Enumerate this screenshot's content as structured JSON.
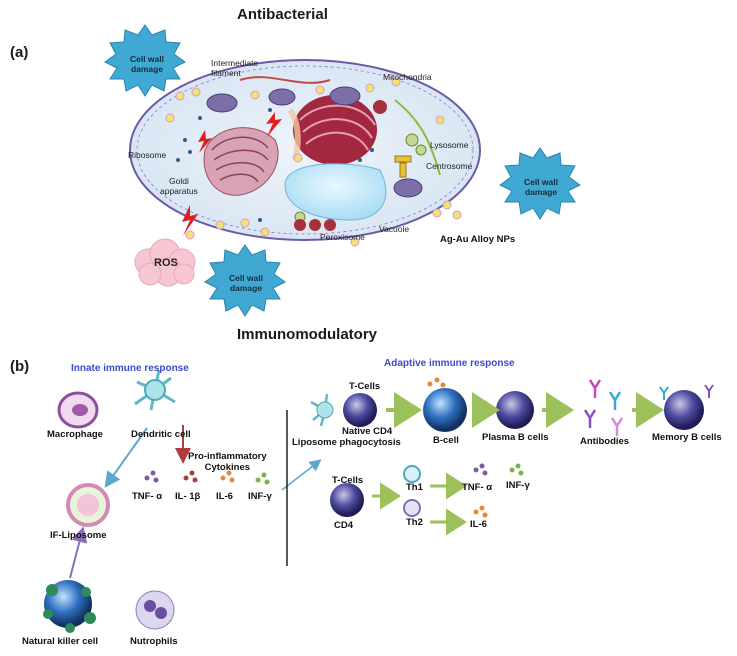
{
  "section_a": {
    "title": "Antibacterial",
    "panel_label": "(a)",
    "cell_wall_line1": "Cell wall",
    "cell_wall_line2": "damage",
    "organelles": {
      "intermediate_filament_line1": "Intermediate",
      "intermediate_filament_line2": "filament",
      "mitochondria": "Mitochondria",
      "ribosome": "Ribosome",
      "goldi_line1": "Goldi",
      "goldi_line2": "apparatus",
      "lysosome": "Lysosome",
      "centrosome": "Centrosome",
      "peroxisome": "Peroxisome",
      "vacuole": "Vacuole"
    },
    "ros": "ROS",
    "nps": "Ag-Au Alloy NPs"
  },
  "section_b": {
    "title": "Immunomodulatory",
    "panel_label": "(b)",
    "innate_title": "Innate immune response",
    "adaptive_title": "Adaptive immune response",
    "macrophage": "Macrophage",
    "dendritic": "Dendritic cell",
    "pro_line1": "Pro-inflammatory",
    "pro_line2": "Cytokines",
    "if_liposome": "IF-Liposome",
    "cytokines": [
      "TNF- α",
      "IL- 1β",
      "IL-6",
      "INF-γ"
    ],
    "nk_cell": "Natural killer cell",
    "nutrophils": "Nutrophils",
    "tcells_top": "T-Cells",
    "native_cd4": "Native CD4",
    "liposome_phago": "Liposome phagocytosis",
    "bcell": "B-cell",
    "plasma": "Plasma B cells",
    "antibodies": "Antibodies",
    "memory": "Memory B cells",
    "tcells_mid": "T-Cells",
    "cd4": "CD4",
    "th1": "Th1",
    "th2": "Th2",
    "th1_out1": "TNF- α",
    "th1_out2": "INF-γ",
    "th2_out": "IL-6"
  },
  "colors": {
    "starburst": "#3fa9d4",
    "cell_membrane": "#6b5aa8",
    "ros_cloud": "#f6c6d3",
    "blue_heading": "#3b4bd1",
    "green_arrow": "#9cc05a",
    "red_arrow": "#b23a3a",
    "macrophage_purple": "#8a4f9e"
  }
}
